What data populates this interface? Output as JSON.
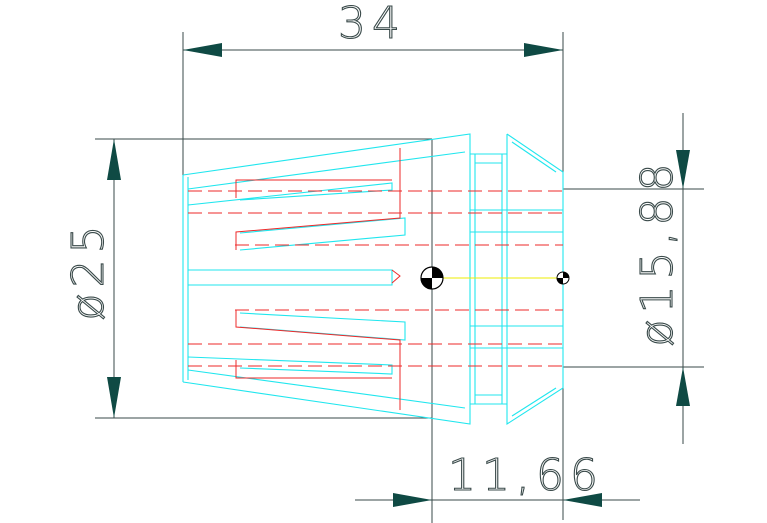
{
  "dimensions": {
    "overall_length": "34",
    "outer_diameter": "ø25",
    "bore_diameter": "ø15,88",
    "front_offset": "11,66"
  },
  "colors": {
    "outline": "#20e6ee",
    "slot_lines": "#ee2a2a",
    "axis": "#eeee00",
    "dimension": "#3a4a4a",
    "arrow": "#0f4a44",
    "background": "#ffffff"
  },
  "symbols": [
    "center-mark-icon",
    "center-mark-icon"
  ]
}
